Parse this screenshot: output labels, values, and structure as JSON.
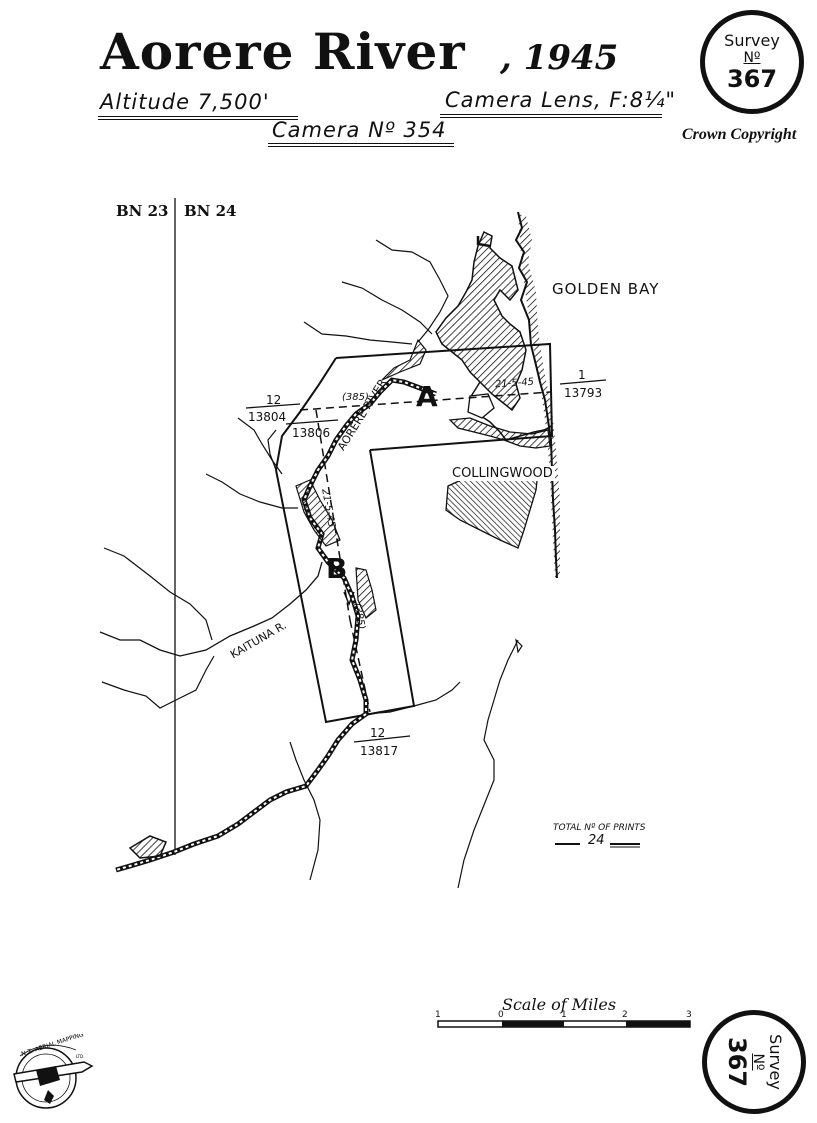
{
  "header": {
    "title": "Aorere River",
    "year": ", 1945",
    "altitude": "Altitude 7,500'",
    "camera_lens": "Camera Lens, F:8¼\"",
    "camera_no": "Camera Nº 354",
    "copyright": "Crown Copyright"
  },
  "survey_badge": {
    "line1": "Survey",
    "line2": "Nº",
    "number": "367"
  },
  "sheets": {
    "left": "BN 23",
    "right": "BN 24"
  },
  "map_labels": {
    "golden_bay": "GOLDEN BAY",
    "collingwood": "COLLINGWOOD",
    "aorere_river": "AORERE RIVER",
    "kaituna": "KAITUNA R.",
    "run_a": "A",
    "run_b": "B",
    "date_a": "21-5-45",
    "date_b": "21-5-45",
    "alt_a": "(385)",
    "alt_b": "(385)",
    "pt1_top": "12",
    "pt1_bottom": "13804",
    "pt2_bottom": "13806",
    "pt3_top": "1",
    "pt3_bottom": "13793",
    "pt4_top": "12",
    "pt4_bottom": "13817"
  },
  "prints": {
    "label": "TOTAL Nº OF PRINTS",
    "count": "24"
  },
  "scale": {
    "title": "Scale of Miles",
    "ticks": [
      "1",
      "0",
      "1",
      "2",
      "3"
    ]
  },
  "logo": {
    "text": "N.Z. AERIAL MAPPING LTD."
  },
  "colors": {
    "ink": "#111111",
    "paper": "#ffffff"
  }
}
